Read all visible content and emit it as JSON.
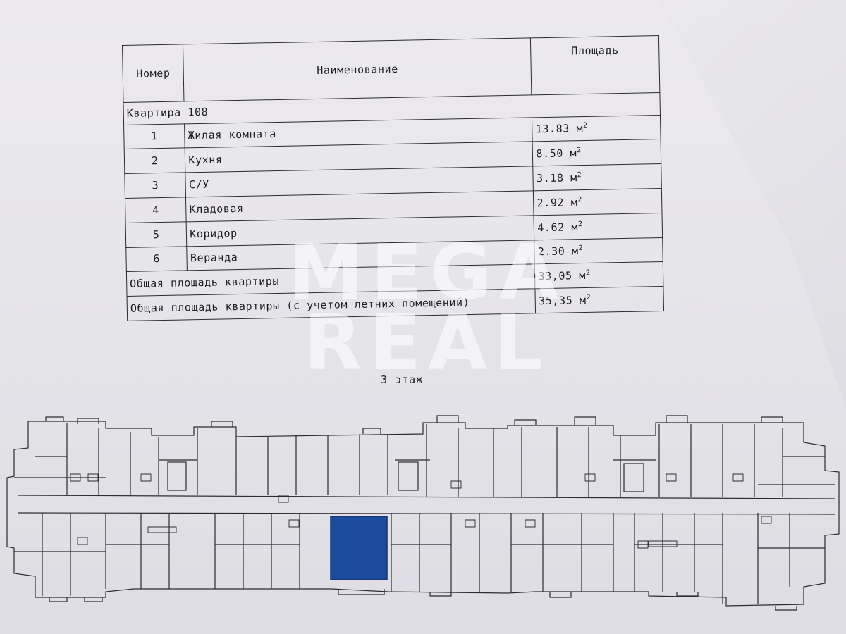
{
  "table": {
    "header_num": "Номер",
    "header_name": "Наименование",
    "header_area": "Площадь",
    "apartment": "Квартира 108",
    "rooms": [
      {
        "num": "1",
        "name": "Жилая комната",
        "area": "13.83 м",
        "unit_exp": "2"
      },
      {
        "num": "2",
        "name": "Кухня",
        "area": "8.50 м",
        "unit_exp": "2"
      },
      {
        "num": "3",
        "name": "С/У",
        "area": "3.18 м",
        "unit_exp": "2"
      },
      {
        "num": "4",
        "name": "Кладовая",
        "area": "2.92 м",
        "unit_exp": "2"
      },
      {
        "num": "5",
        "name": "Коридор",
        "area": "4.62 м",
        "unit_exp": "2"
      },
      {
        "num": "6",
        "name": "Веранда",
        "area": "2.30 м",
        "unit_exp": "2"
      }
    ],
    "total_label": "Общая площадь квартиры",
    "total_area": "33,05 м",
    "total_exp": "2",
    "total_summer_label": "Общая площадь квартиры (с учетом летних помещений)",
    "total_summer_area": "35,35 м",
    "total_summer_exp": "2"
  },
  "watermark": {
    "line1": "MEGA",
    "line2": "REAL"
  },
  "floor_label": "3 этаж",
  "colors": {
    "highlight": "#1d4b9e",
    "lines": "#2b2b30"
  }
}
